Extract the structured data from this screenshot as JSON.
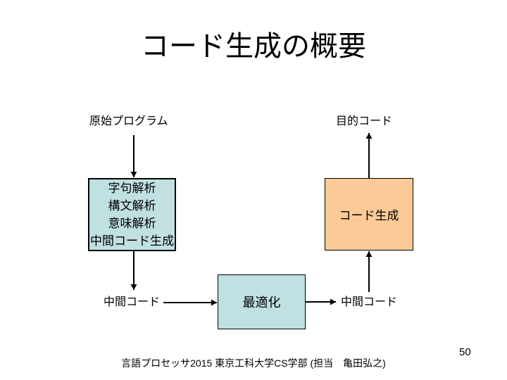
{
  "slide": {
    "title": "コード生成の概要",
    "footer": "言語プロセッサ2015 東京工科大学CS学部 (担当　亀田弘之)",
    "page_number": "50"
  },
  "diagram": {
    "source_program_label": "原始プログラム",
    "object_code_label": "目的コード",
    "intermediate_code_left_label": "中間コード",
    "intermediate_code_right_label": "中間コード",
    "analysis_box": {
      "lines": [
        "字句解析",
        "構文解析",
        "意味解析",
        "中間コード生成"
      ],
      "fill_color": "#c0e0e2"
    },
    "code_generation_box": {
      "label": "コード生成",
      "fill_color": "#fcca96"
    },
    "optimization_box": {
      "label": "最適化",
      "fill_color": "#c0e0e2"
    }
  },
  "colors": {
    "background": "#ffffff",
    "text": "#000000",
    "box_border": "#000000",
    "arrow": "#000000"
  }
}
